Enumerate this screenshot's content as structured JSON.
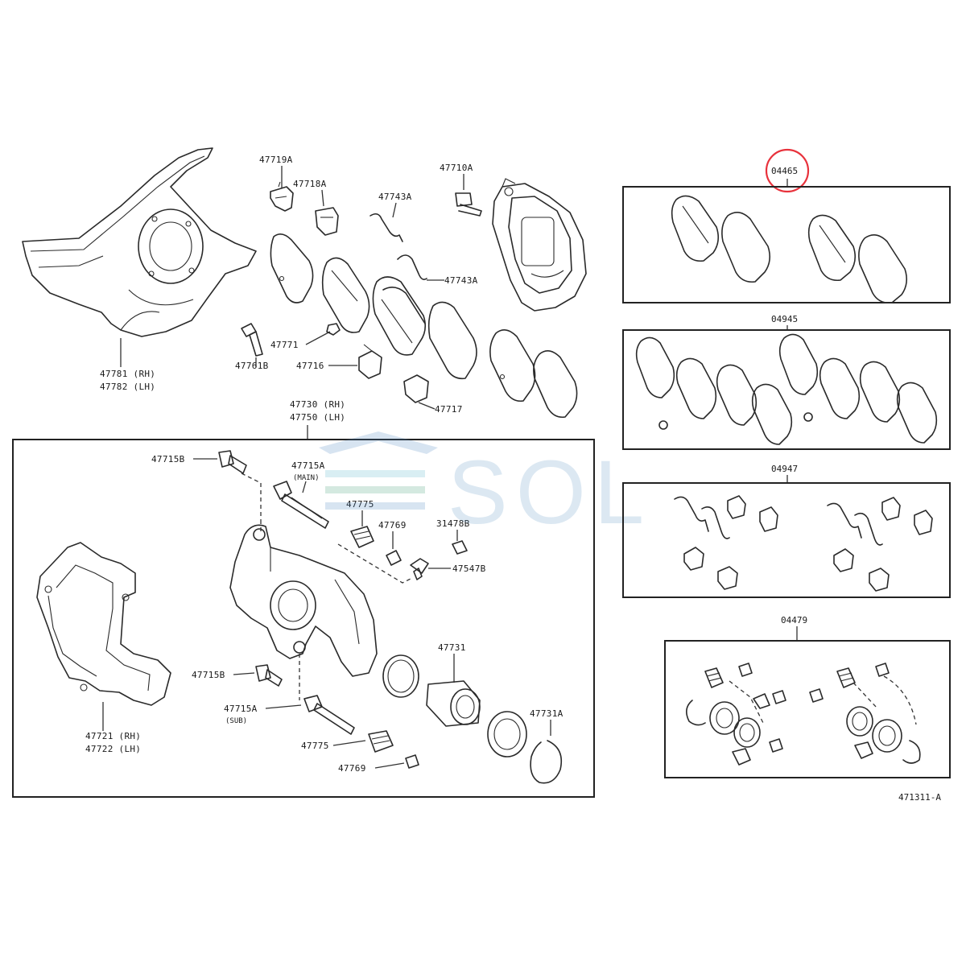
{
  "labels": {
    "shield": [
      "47781 (RH)",
      "47782 (LH)"
    ],
    "p47719A": "47719A",
    "p47718A": "47718A",
    "p47743A_top": "47743A",
    "p47743A_right": "47743A",
    "p47710A": "47710A",
    "p47771": "47771",
    "p47761B": "47761B",
    "p47716": "47716",
    "p47717": "47717",
    "caliper_assy": [
      "47730 (RH)",
      "47750 (LH)"
    ],
    "p47715B_top": "47715B",
    "p47715A_main": "47715A",
    "main_tag": "(MAIN)",
    "p47775_top": "47775",
    "p47769_top": "47769",
    "p31478B": "31478B",
    "p47547B": "47547B",
    "p47715B_bot": "47715B",
    "p47715A_sub": "47715A",
    "sub_tag": "(SUB)",
    "p47775_bot": "47775",
    "p47769_bot": "47769",
    "p47731": "47731",
    "p47731A": "47731A",
    "mount": [
      "47721 (RH)",
      "47722 (LH)"
    ],
    "kit_04465": "04465",
    "kit_04945": "04945",
    "kit_04947": "04947",
    "kit_04479": "04479",
    "figure_ref": "471311-A"
  },
  "watermark": {
    "text": "SOL",
    "colors": [
      "#4a86c0",
      "#53b0c8",
      "#3a9a70"
    ]
  },
  "highlight": {
    "target": "04465",
    "color": "#e8323c"
  }
}
